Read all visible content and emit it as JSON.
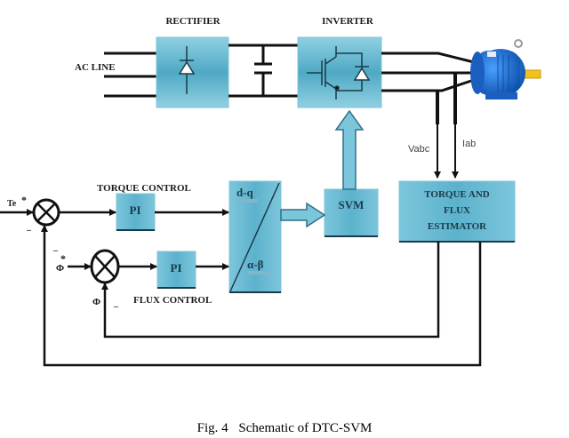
{
  "diagram": {
    "labels": {
      "rectifier": "RECTIFIER",
      "inverter": "INVERTER",
      "ac_line": "AC LINE",
      "torque_control": "TORQUE CONTROL",
      "flux_control": "FLUX CONTROL",
      "vabc": "Vabc",
      "iab": "Iab",
      "te_ref": "Te",
      "te_ref_star": "*",
      "flux_ref": "Φ",
      "flux_ref_star": "*",
      "flux_fb": "Φ",
      "minus": "_"
    },
    "blocks": {
      "pi_torque": "PI",
      "pi_flux": "PI",
      "transform_top": "d-q",
      "transform_bottom": "α-β",
      "svm": "SVM",
      "estimator_line1": "TORQUE AND",
      "estimator_line2": "FLUX",
      "estimator_line3": "ESTIMATOR"
    },
    "colors": {
      "block_fill": "#5fb3cc",
      "block_light": "#8fd0e2",
      "block_edge": "#2f6f86",
      "line": "#111111",
      "motor": "#1e6fd0",
      "shaft": "#f2c21a"
    }
  },
  "caption": {
    "fig": "Fig. 4",
    "text": "Schematic of DTC-SVM"
  }
}
